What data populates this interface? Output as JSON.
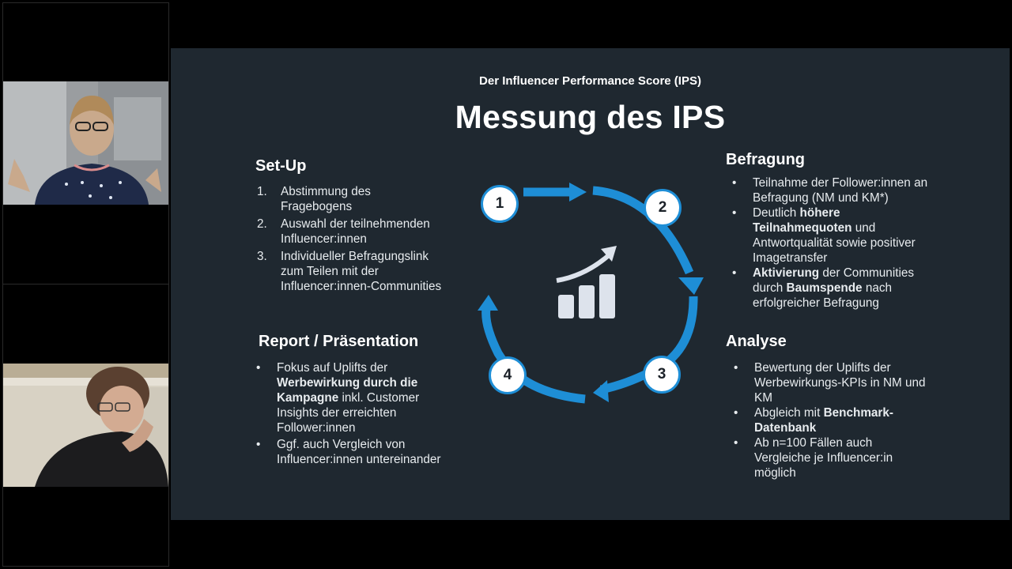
{
  "participants": [
    {
      "id": "participant-1"
    },
    {
      "id": "participant-2"
    }
  ],
  "slide": {
    "subtitle": "Der Influencer Performance Score (IPS)",
    "title": "Messung des IPS",
    "setup": {
      "heading": "Set-Up",
      "items": [
        {
          "num": "1.",
          "line1": "Abstimmung des",
          "line2": "Fragebogens"
        },
        {
          "num": "2.",
          "line1": "Auswahl der teilnehmenden",
          "line2": "Influencer:innen"
        },
        {
          "num": "3.",
          "line1": "Individueller Befragungslink",
          "line2": "zum Teilen mit der",
          "line3": "Influencer:innen-Communities"
        }
      ]
    },
    "befragung": {
      "heading": "Befragung",
      "b1_line1": "Teilnahme der Follower:innen an",
      "b1_line2": "Befragung (NM und KM*)",
      "b2_pre": "Deutlich ",
      "b2_bold1": "höhere",
      "b2_bold2": "Teilnahmequoten",
      "b2_post": " und",
      "b2_line3": "Antwortqualität sowie positiver",
      "b2_line4": "Imagetransfer",
      "b3_bold1": "Aktivierung",
      "b3_mid": " der Communities",
      "b3_pre2": "durch ",
      "b3_bold2": "Baumspende",
      "b3_post2": " nach",
      "b3_line3": "erfolgreicher Befragung"
    },
    "report": {
      "heading": "Report / Präsentation",
      "r1_line1": "Fokus auf Uplifts der",
      "r1_bold1": "Werbewirkung durch die",
      "r1_bold2": "Kampagne",
      "r1_post": " inkl. Customer",
      "r1_line4": "Insights der erreichten",
      "r1_line5": "Follower:innen",
      "r2_line1": "Ggf. auch Vergleich von",
      "r2_line2": "Influencer:innen untereinander"
    },
    "analyse": {
      "heading": "Analyse",
      "a1_line1": "Bewertung der Uplifts der",
      "a1_line2": "Werbewirkungs-KPIs in NM und",
      "a1_line3": "KM",
      "a2_pre": "Abgleich mit ",
      "a2_bold1": "Benchmark-",
      "a2_bold2": "Datenbank",
      "a3_line1": "Ab n=100 Fällen auch",
      "a3_line2": "Vergleiche je Influencer:in",
      "a3_line3": "möglich"
    },
    "cycle_steps": [
      "1",
      "2",
      "3",
      "4"
    ],
    "bullet_char": "•",
    "colors": {
      "accent": "#1e8ed6",
      "slide_bg": "#1f2830"
    }
  }
}
